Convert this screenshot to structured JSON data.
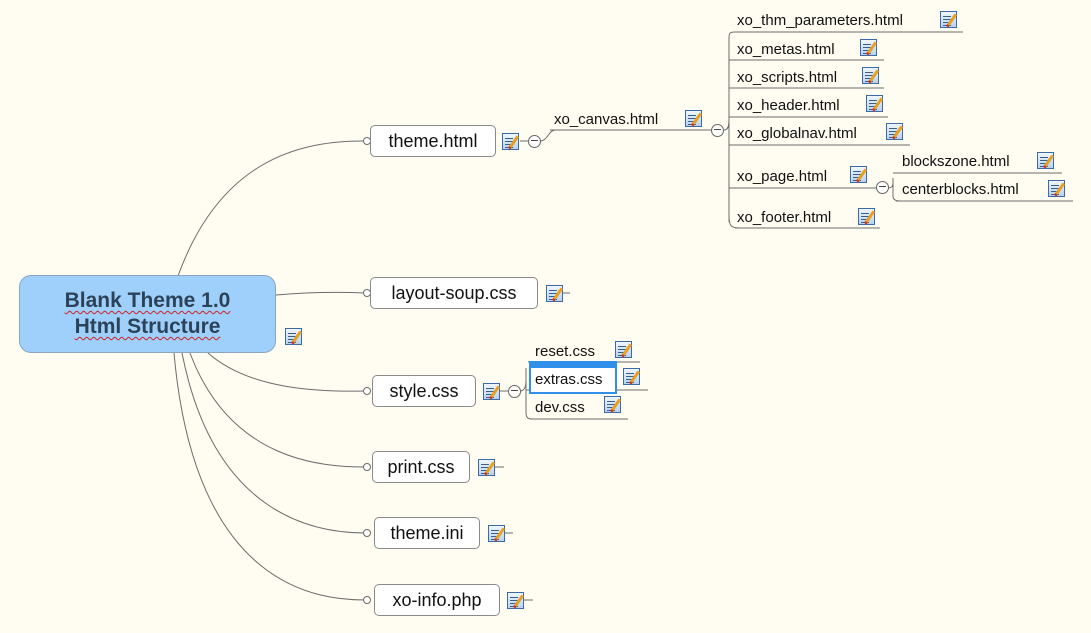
{
  "root": {
    "line1": "Blank Theme 1.0",
    "line2": "Html Structure"
  },
  "topics": [
    {
      "label": "theme.html"
    },
    {
      "label": "layout-soup.css"
    },
    {
      "label": "style.css"
    },
    {
      "label": "print.css"
    },
    {
      "label": "theme.ini"
    },
    {
      "label": "xo-info.php"
    }
  ],
  "canvas": {
    "label": "xo_canvas.html"
  },
  "canvas_children": [
    "xo_thm_parameters.html",
    "xo_metas.html",
    "xo_scripts.html",
    "xo_header.html",
    "xo_globalnav.html",
    "xo_page.html",
    "xo_footer.html"
  ],
  "page_children": [
    "blockszone.html",
    "centerblocks.html"
  ],
  "style_children": [
    "reset.css",
    "extras.css",
    "dev.css"
  ],
  "collapse_symbol": "−",
  "icon_note": "note-icon",
  "icon_toggle": "collapse-toggle-icon"
}
